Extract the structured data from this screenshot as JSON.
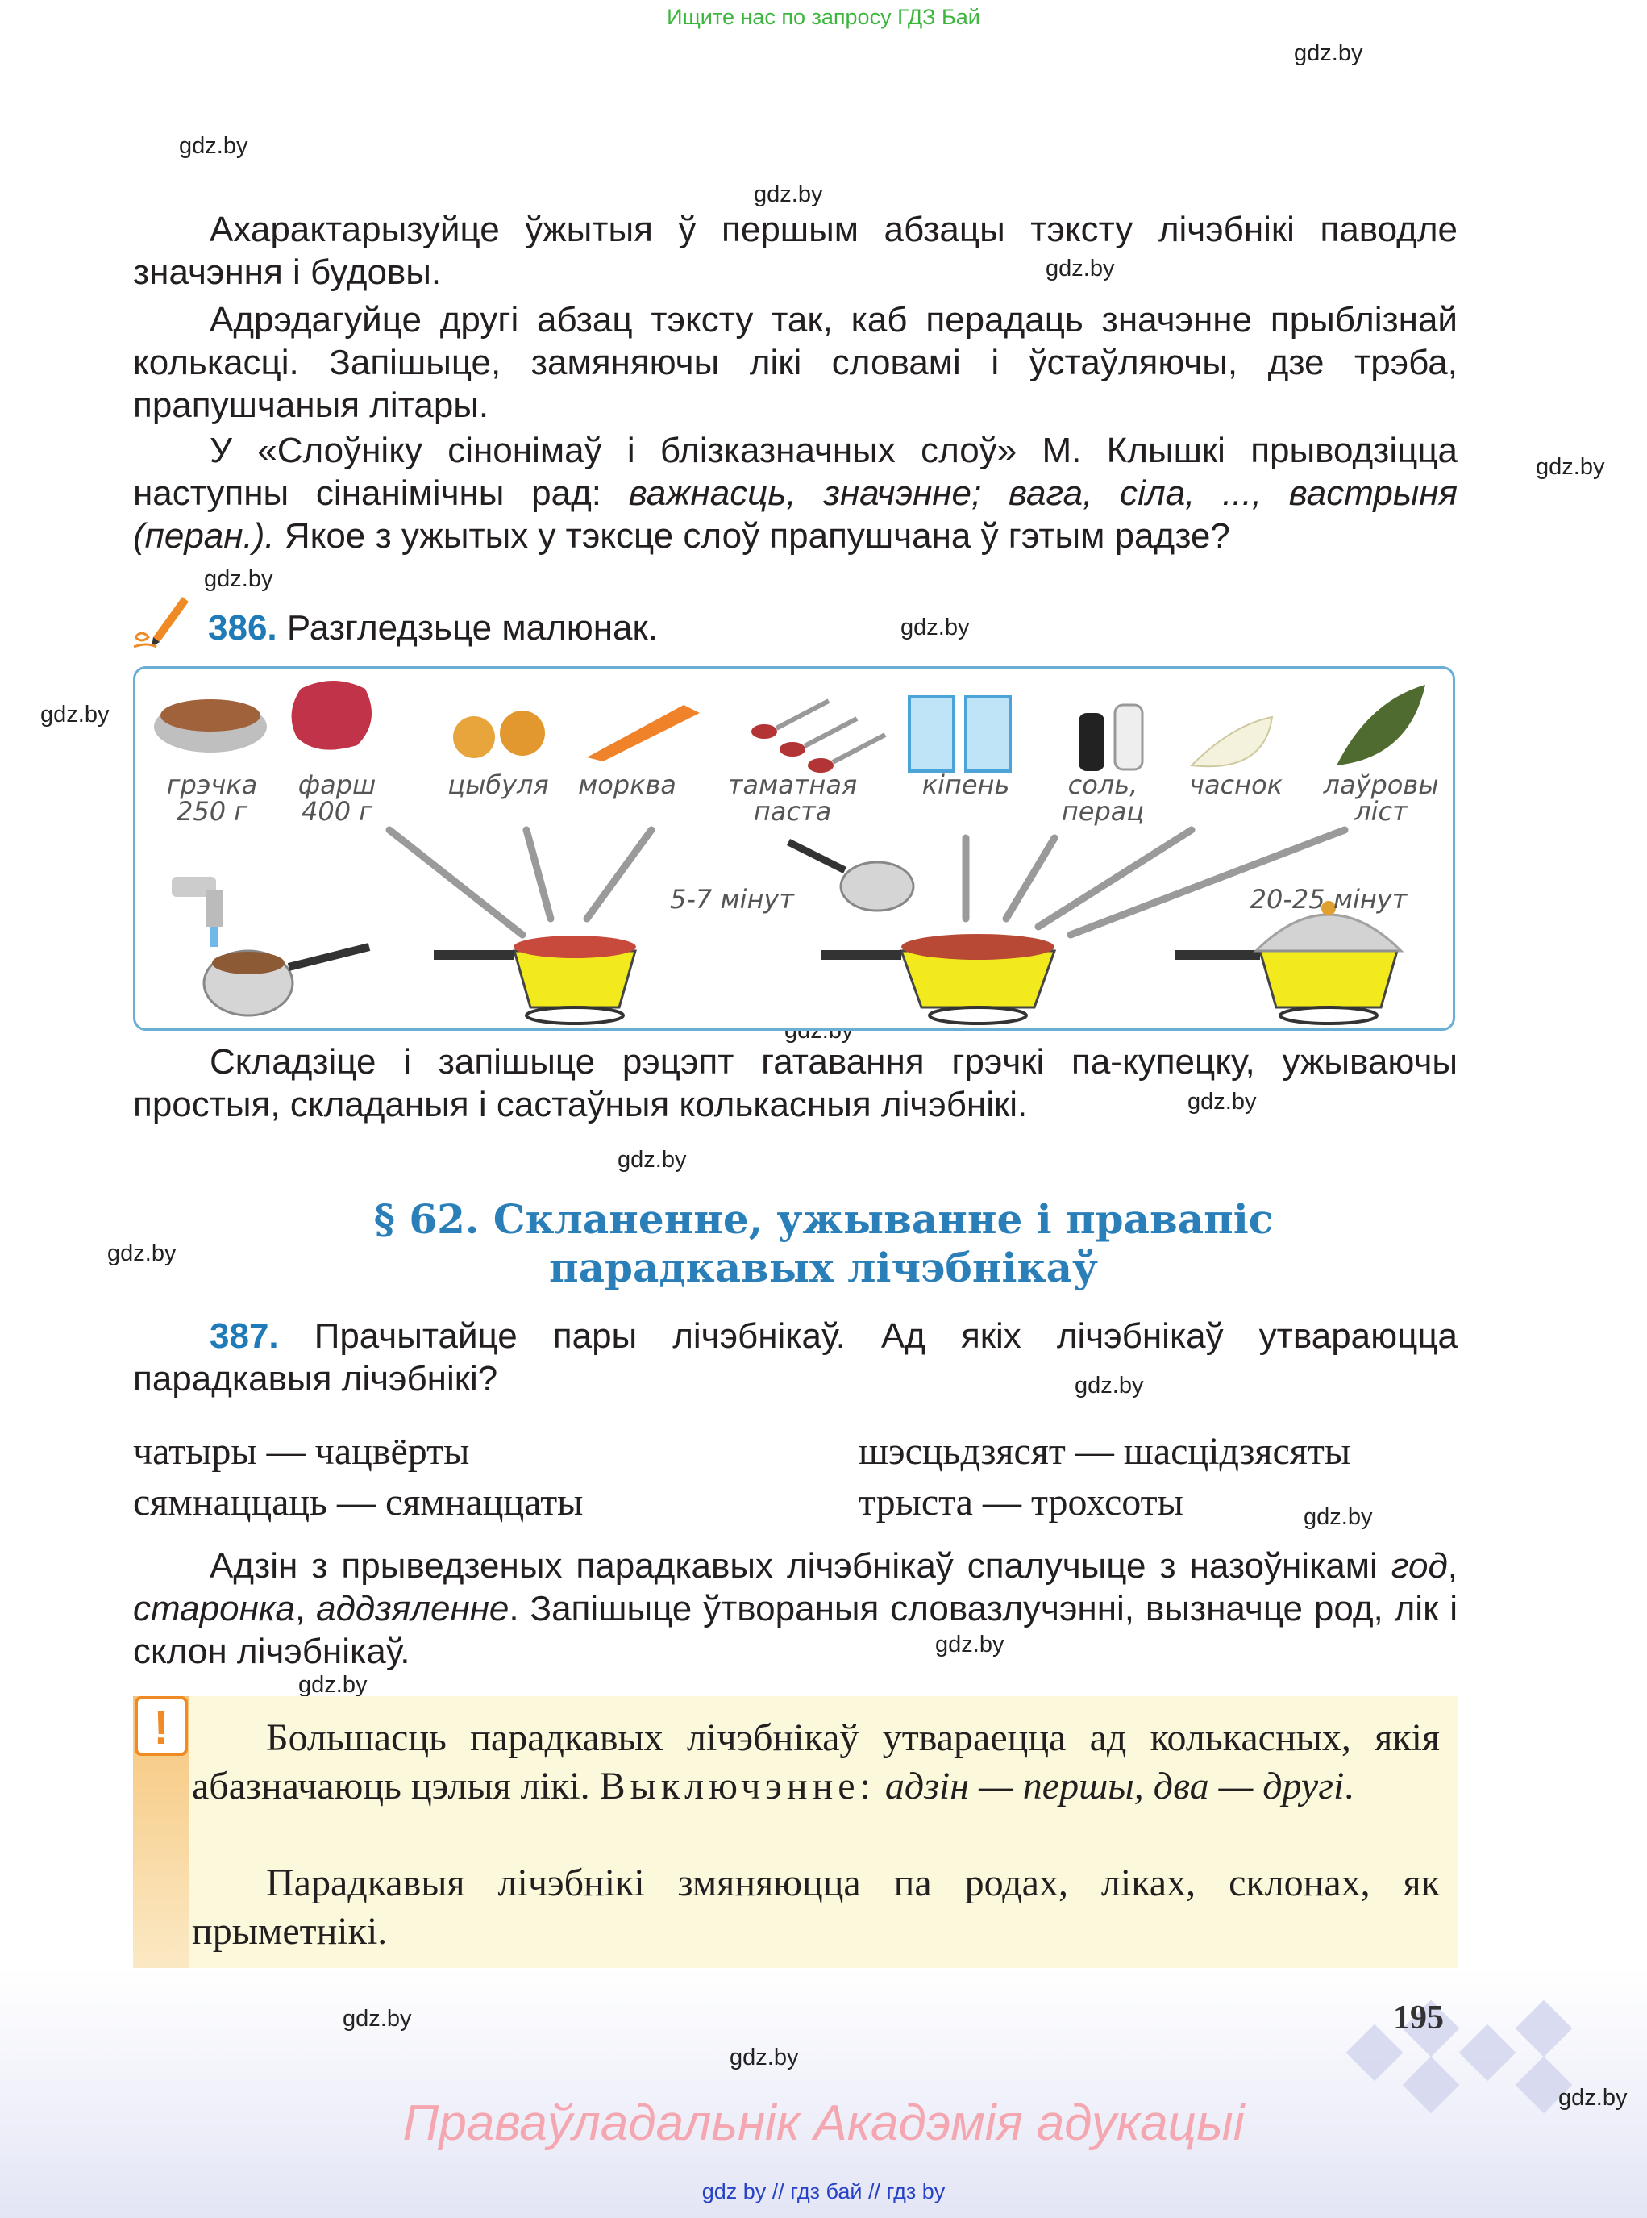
{
  "banner": "Ищите нас по запросу ГДЗ Бай",
  "watermark": "gdz.by",
  "intro": {
    "p1": "Ахарактарызуйце ўжытыя ў першым абзацы тэксту лічэбнікі паводле значэння і будовы.",
    "p2": "Адрэдагуйце другі абзац тэксту так, каб перадаць значэнне прыблізнай колькасці. Запішыце, замяняючы лікі словамі і ўстаўляючы, дзе трэба, прапушчаныя літары.",
    "p3_start": "У «Слоўніку сінонімаў і блізказначных слоў» М. Клышкі прыводзіцца наступны сінанімічны рад: ",
    "p3_italic": "важнасць, значэнне; вага, сіла, ..., вастрыня (перан.).",
    "p3_end": " Якое з ужытых у тэксце слоў прапушчана ў гэтым радзе?"
  },
  "exercise386": {
    "number": "386.",
    "text": "Разгледзьце малюнак.",
    "after": "Складзіце і запішыце рэцэпт гатавання грэчкі па-купецку, ужываючы простыя, складаныя і састаўныя колькасныя лічэбнікі."
  },
  "figure": {
    "ingredients": [
      {
        "name": "грэчка",
        "amount": "250 г"
      },
      {
        "name": "фарш",
        "amount": "400 г"
      },
      {
        "name": "цыбуля",
        "amount": ""
      },
      {
        "name": "морква",
        "amount": ""
      },
      {
        "name": "таматная",
        "amount": "паста"
      },
      {
        "name": "кіпень",
        "amount": ""
      },
      {
        "name": "соль,",
        "amount": "перац"
      },
      {
        "name": "часнок",
        "amount": ""
      },
      {
        "name": "лаўровы",
        "amount": "ліст"
      }
    ],
    "time1": "5-7 мінут",
    "time2": "20-25 мінут"
  },
  "section": {
    "line1": "§ 62. Скланенне, ужыванне і правапіс",
    "line2": "парадкавых лічэбнікаў"
  },
  "exercise387": {
    "number": "387.",
    "text": "Прачытайце пары лічэбнікаў. Ад якіх лічэбнікаў утвараюцца парадкавыя лічэбнікі?",
    "pairs": [
      [
        "чатыры — чацвёрты",
        "шэсцьдзясят — шасцідзясяты"
      ],
      [
        "сямнаццаць — сямнаццаты",
        "трыста — трохсоты"
      ]
    ],
    "task_start": "Адзін з прыведзеных парадкавых лічэбнікаў спалучыце з назоўнікамі ",
    "nouns": [
      "год",
      "старонка",
      "аддзяленне"
    ],
    "task_end": ". Запішыце ўтвораныя словазлучэнні, вызначце род, лік і склон лічэбнікаў."
  },
  "rule": {
    "mark": "!",
    "p1_start": "Большасць парадкавых лічэбнікаў утвараецца ад колькасных, якія абазначаюць цэлыя лікі. ",
    "exception_label": "Выключэнне:",
    "exception": "адзін — першы, два — другі",
    "p2": "Парадкавыя лічэбнікі змяняюцца па родах, ліках, склонах, як прыметнікі."
  },
  "page_number": "195",
  "owner": "Праваўладальнік Акадэмія адукацыі",
  "footer": "gdz by  //  гдз бай  //  гдз by",
  "colors": {
    "accent": "#1f7ab8",
    "rule_bg": "#fcf8dc",
    "rule_mark": "#f08a24",
    "banner": "#3cb53c"
  }
}
